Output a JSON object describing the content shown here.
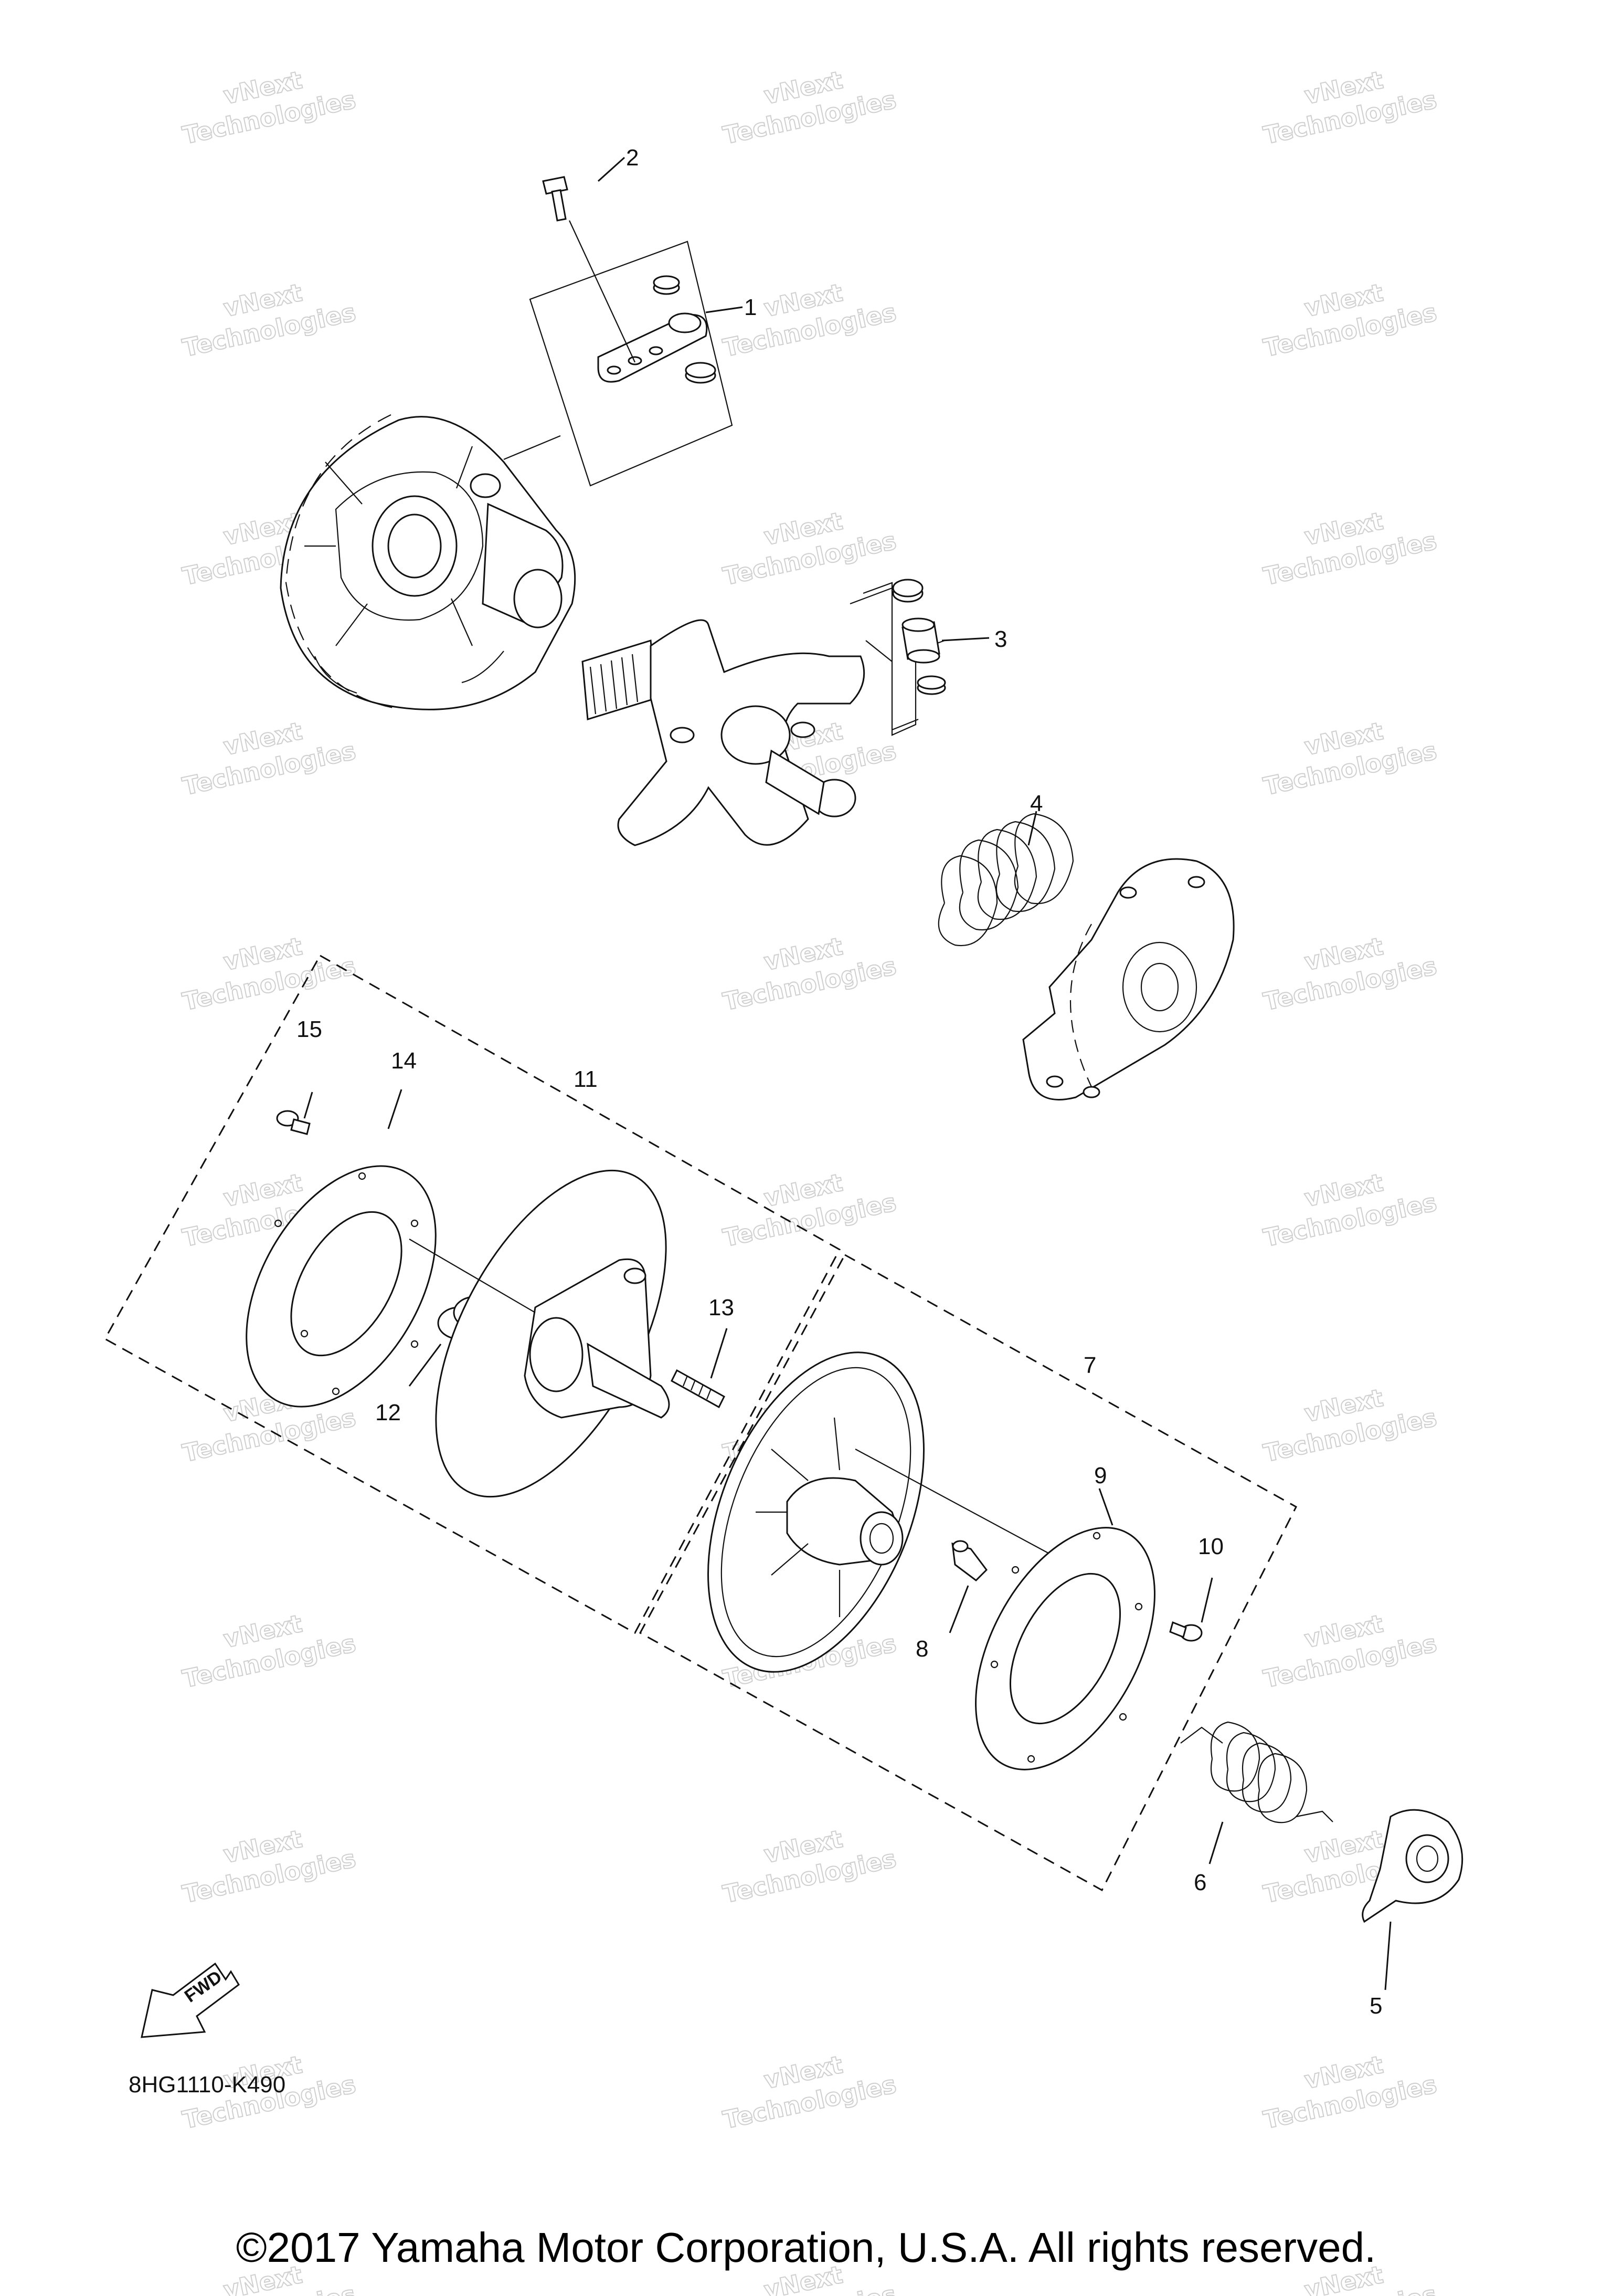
{
  "diagram": {
    "callouts": [
      {
        "id": "c1",
        "label": "1"
      },
      {
        "id": "c2",
        "label": "2"
      },
      {
        "id": "c3",
        "label": "3"
      },
      {
        "id": "c4",
        "label": "4"
      },
      {
        "id": "c5",
        "label": "5"
      },
      {
        "id": "c6",
        "label": "6"
      },
      {
        "id": "c7",
        "label": "7"
      },
      {
        "id": "c8",
        "label": "8"
      },
      {
        "id": "c9",
        "label": "9"
      },
      {
        "id": "c10",
        "label": "10"
      },
      {
        "id": "c11",
        "label": "11"
      },
      {
        "id": "c12",
        "label": "12"
      },
      {
        "id": "c13",
        "label": "13"
      },
      {
        "id": "c14",
        "label": "14"
      },
      {
        "id": "c15",
        "label": "15"
      }
    ],
    "fwd_label": "FWD",
    "drawing_code": "8HG1110-K490",
    "watermark": {
      "line1": "vNext",
      "line2": "Technologies"
    }
  },
  "footer": {
    "copyright": "©2017 Yamaha Motor Corporation, U.S.A. All rights reserved."
  }
}
